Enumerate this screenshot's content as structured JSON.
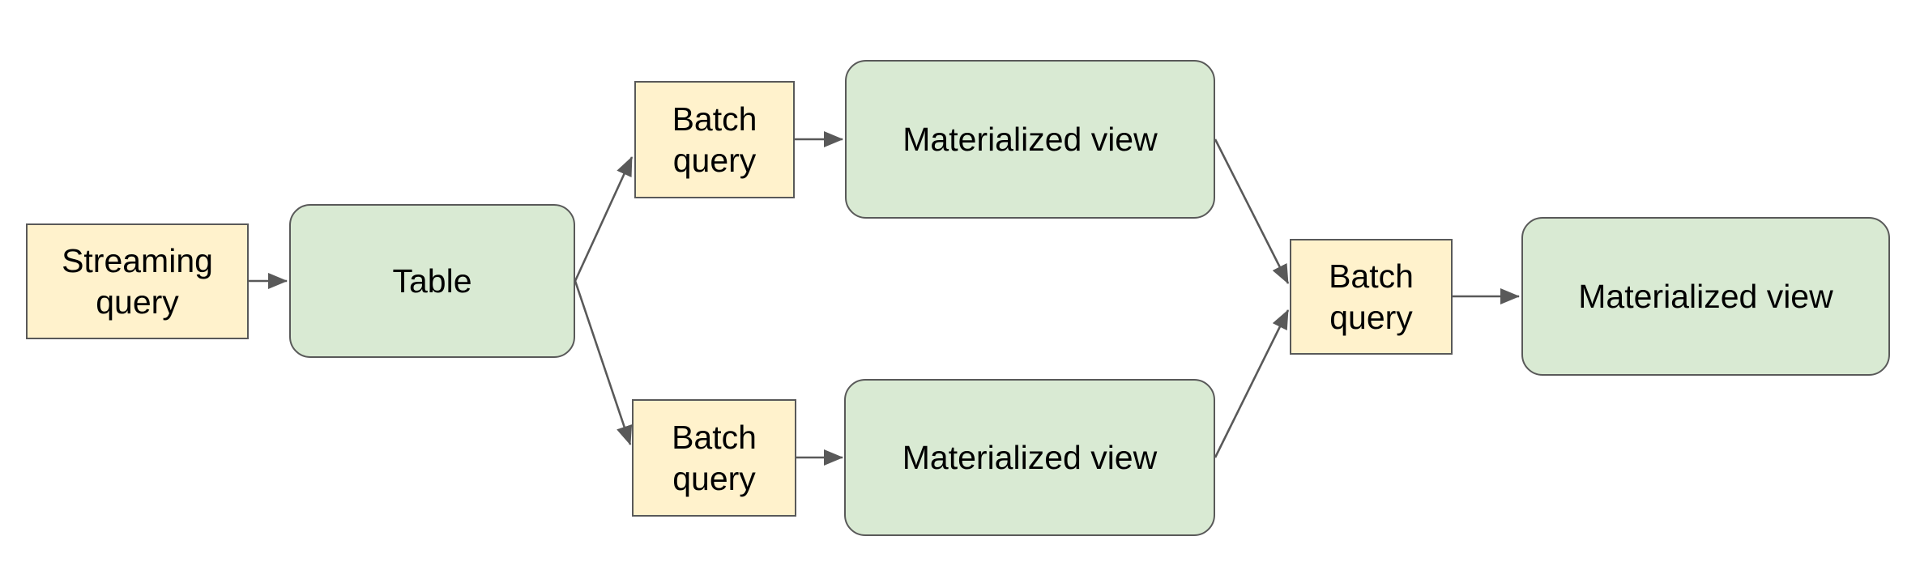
{
  "diagram": {
    "colors": {
      "query_fill": "#FFF2CC",
      "store_fill": "#D9EAD3",
      "stroke": "#595959",
      "text": "#000000",
      "background": "#FFFFFF"
    },
    "nodes": {
      "streaming_query": {
        "label": "Streaming query",
        "kind": "query"
      },
      "table": {
        "label": "Table",
        "kind": "store"
      },
      "batch_query_top": {
        "label": "Batch query",
        "kind": "query"
      },
      "materialized_view_top": {
        "label": "Materialized view",
        "kind": "store"
      },
      "batch_query_bottom": {
        "label": "Batch query",
        "kind": "query"
      },
      "materialized_view_bottom": {
        "label": "Materialized view",
        "kind": "store"
      },
      "batch_query_right": {
        "label": "Batch query",
        "kind": "query"
      },
      "materialized_view_right": {
        "label": "Materialized view",
        "kind": "store"
      }
    },
    "edges": [
      {
        "from": "streaming_query",
        "to": "table"
      },
      {
        "from": "table",
        "to": "batch_query_top"
      },
      {
        "from": "table",
        "to": "batch_query_bottom"
      },
      {
        "from": "batch_query_top",
        "to": "materialized_view_top"
      },
      {
        "from": "batch_query_bottom",
        "to": "materialized_view_bottom"
      },
      {
        "from": "materialized_view_top",
        "to": "batch_query_right"
      },
      {
        "from": "materialized_view_bottom",
        "to": "batch_query_right"
      },
      {
        "from": "batch_query_right",
        "to": "materialized_view_right"
      }
    ]
  }
}
